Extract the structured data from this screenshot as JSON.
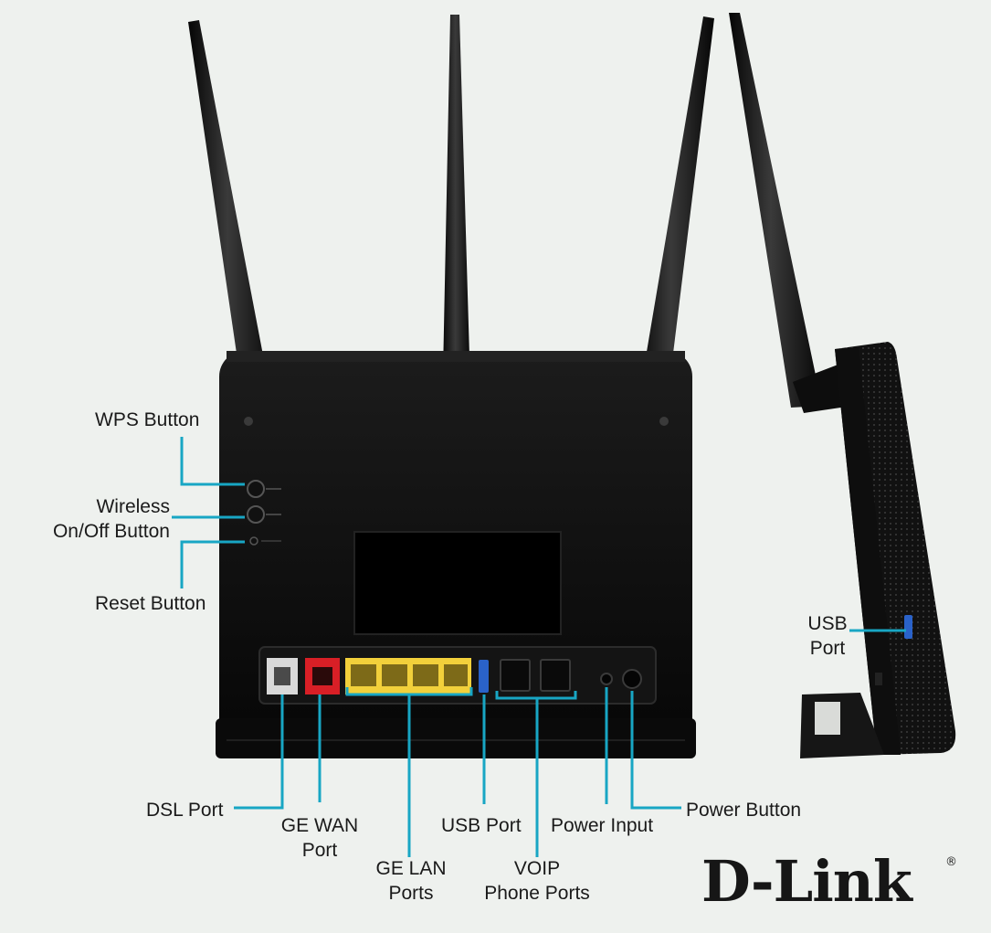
{
  "labels": {
    "wps": "WPS Button",
    "wireless_line1": "Wireless",
    "wireless_line2": "On/Off Button",
    "reset": "Reset Button",
    "usb_side_line1": "USB",
    "usb_side_line2": "Port",
    "dsl": "DSL Port",
    "ge_wan_line1": "GE WAN",
    "ge_wan_line2": "Port",
    "ge_lan_line1": "GE LAN",
    "ge_lan_line2": "Ports",
    "usb_port": "USB Port",
    "voip_line1": "VOIP",
    "voip_line2": "Phone Ports",
    "power_input": "Power Input",
    "power_button": "Power Button"
  },
  "brand": {
    "logo": "D-Link",
    "registered": "®"
  },
  "colors": {
    "background": "#eef1ee",
    "callout_line": "#18a6c4",
    "router_body": "#0d0d0d",
    "wan_port": "#d81f26",
    "lan_ports": "#f2d03b",
    "usb_port": "#2a62c9",
    "dsl_port": "#d9d9d9"
  }
}
